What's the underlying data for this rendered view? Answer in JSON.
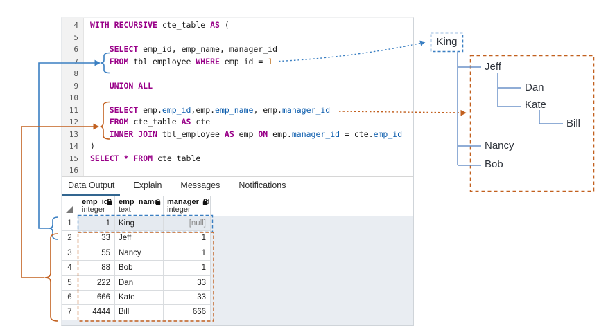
{
  "accent": {
    "annotation_blue": "#3a7fc2",
    "annotation_orange": "#c2601f",
    "tree_line_blue": "#6b92c9",
    "tab_underline": "#326690",
    "sql_keyword": "#990088",
    "sql_identifier": "#0b5cad",
    "sql_number": "#b35a00",
    "null_color": "#8c8c8c",
    "selected_row_bg": "#e5eaf0"
  },
  "editor": {
    "lines": [
      {
        "num": "4",
        "segs": [
          [
            "WITH",
            "kw"
          ],
          [
            " ",
            "p"
          ],
          [
            "RECURSIVE",
            "kw"
          ],
          [
            " cte_table ",
            "p"
          ],
          [
            "AS",
            "kw"
          ],
          [
            " (",
            "p"
          ]
        ]
      },
      {
        "num": "5",
        "segs": []
      },
      {
        "num": "6",
        "segs": [
          [
            "    ",
            "p"
          ],
          [
            "SELECT",
            "kw"
          ],
          [
            " emp_id, emp_name, manager_id",
            "p"
          ]
        ]
      },
      {
        "num": "7",
        "segs": [
          [
            "    ",
            "p"
          ],
          [
            "FROM",
            "kw"
          ],
          [
            " tbl_employee ",
            "p"
          ],
          [
            "WHERE",
            "kw"
          ],
          [
            " emp_id = ",
            "p"
          ],
          [
            "1",
            "num"
          ]
        ]
      },
      {
        "num": "8",
        "segs": []
      },
      {
        "num": "9",
        "segs": [
          [
            "    ",
            "p"
          ],
          [
            "UNION ALL",
            "kw"
          ]
        ]
      },
      {
        "num": "10",
        "segs": []
      },
      {
        "num": "11",
        "segs": [
          [
            "    ",
            "p"
          ],
          [
            "SELECT",
            "kw"
          ],
          [
            " emp.",
            "p"
          ],
          [
            "emp_id",
            "id"
          ],
          [
            ",emp.",
            "p"
          ],
          [
            "emp_name",
            "id"
          ],
          [
            ", emp.",
            "p"
          ],
          [
            "manager_id",
            "id"
          ]
        ]
      },
      {
        "num": "12",
        "segs": [
          [
            "    ",
            "p"
          ],
          [
            "FROM",
            "kw"
          ],
          [
            " cte_table ",
            "p"
          ],
          [
            "AS",
            "kw"
          ],
          [
            " cte",
            "p"
          ]
        ]
      },
      {
        "num": "13",
        "segs": [
          [
            "    ",
            "p"
          ],
          [
            "INNER JOIN",
            "kw"
          ],
          [
            " tbl_employee ",
            "p"
          ],
          [
            "AS",
            "kw"
          ],
          [
            " emp ",
            "p"
          ],
          [
            "ON",
            "kw"
          ],
          [
            " emp.",
            "p"
          ],
          [
            "manager_id",
            "id"
          ],
          [
            " = cte.",
            "p"
          ],
          [
            "emp_id",
            "id"
          ]
        ]
      },
      {
        "num": "14",
        "segs": [
          [
            ")",
            "p"
          ]
        ]
      },
      {
        "num": "15",
        "segs": [
          [
            "SELECT",
            "kw"
          ],
          [
            " ",
            "p"
          ],
          [
            "*",
            "kw"
          ],
          [
            " ",
            "p"
          ],
          [
            "FROM",
            "kw"
          ],
          [
            " cte_table",
            "p"
          ]
        ]
      },
      {
        "num": "16",
        "segs": []
      }
    ]
  },
  "tabs": [
    {
      "label": "Data Output",
      "active": true
    },
    {
      "label": "Explain",
      "active": false
    },
    {
      "label": "Messages",
      "active": false
    },
    {
      "label": "Notifications",
      "active": false
    }
  ],
  "results_table": {
    "columns": [
      {
        "name": "emp_id",
        "type": "integer"
      },
      {
        "name": "emp_name",
        "type": "text"
      },
      {
        "name": "manager_id",
        "type": "integer"
      }
    ],
    "rows": [
      {
        "n": "1",
        "emp_id": "1",
        "emp_name": "King",
        "manager_id": "[null]",
        "selected": true
      },
      {
        "n": "2",
        "emp_id": "33",
        "emp_name": "Jeff",
        "manager_id": "1",
        "selected": false
      },
      {
        "n": "3",
        "emp_id": "55",
        "emp_name": "Nancy",
        "manager_id": "1",
        "selected": false
      },
      {
        "n": "4",
        "emp_id": "88",
        "emp_name": "Bob",
        "manager_id": "1",
        "selected": false
      },
      {
        "n": "5",
        "emp_id": "222",
        "emp_name": "Dan",
        "manager_id": "33",
        "selected": false
      },
      {
        "n": "6",
        "emp_id": "666",
        "emp_name": "Kate",
        "manager_id": "33",
        "selected": false
      },
      {
        "n": "7",
        "emp_id": "4444",
        "emp_name": "Bill",
        "manager_id": "666",
        "selected": false
      }
    ]
  },
  "tree": {
    "root": "King",
    "nodes": [
      "Jeff",
      "Dan",
      "Kate",
      "Bill",
      "Nancy",
      "Bob"
    ]
  }
}
